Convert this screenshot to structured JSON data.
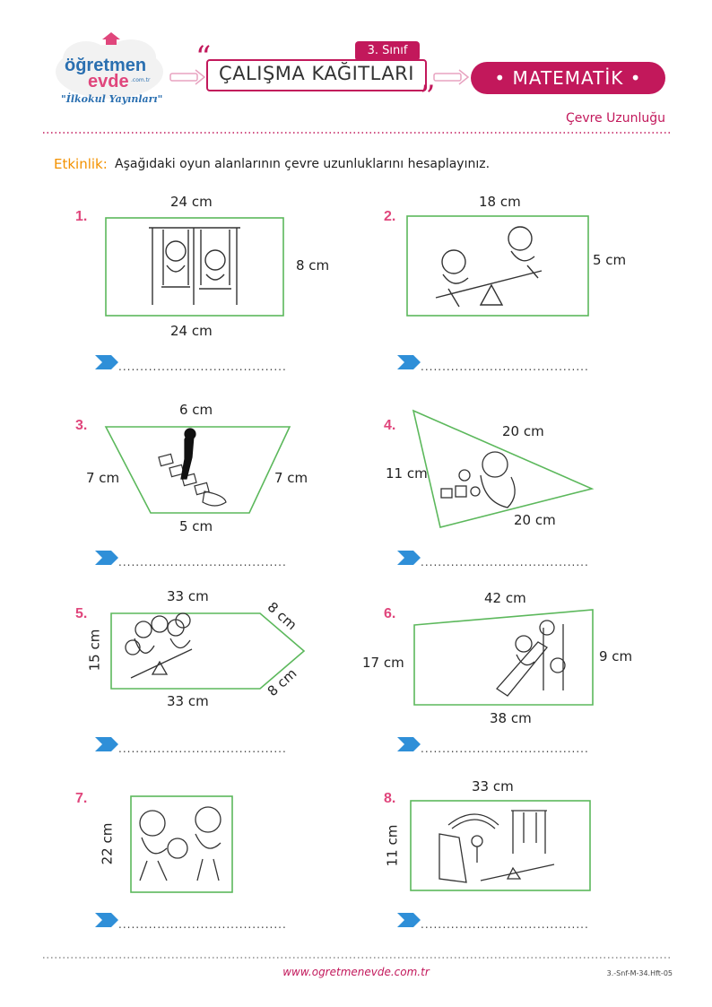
{
  "header": {
    "logo_top": "öğretmen",
    "logo_bottom": "evde",
    "logo_domain": ".com.tr",
    "logo_tagline": "\"İlkokul Yayınları\"",
    "grade": "3. Sınıf",
    "title": "ÇALIŞMA KAĞITLARI",
    "subject": "• MATEMATİK •",
    "topic": "Çevre Uzunluğu"
  },
  "activity": {
    "label": "Etkinlik:",
    "instruction": "Aşağıdaki oyun alanlarının çevre uzunluklarını hesaplayınız."
  },
  "problems": [
    {
      "number": "1.",
      "labels": [
        "24 cm",
        "8 cm",
        "24 cm"
      ]
    },
    {
      "number": "2.",
      "labels": [
        "18 cm",
        "5 cm"
      ]
    },
    {
      "number": "3.",
      "labels": [
        "6 cm",
        "7 cm",
        "7 cm",
        "5 cm"
      ]
    },
    {
      "number": "4.",
      "labels": [
        "20 cm",
        "11 cm",
        "20 cm"
      ]
    },
    {
      "number": "5.",
      "labels": [
        "33 cm",
        "8 cm",
        "15 cm",
        "33 cm",
        "8 cm"
      ]
    },
    {
      "number": "6.",
      "labels": [
        "42 cm",
        "17 cm",
        "9 cm",
        "38 cm"
      ]
    },
    {
      "number": "7.",
      "labels": [
        "22 cm"
      ]
    },
    {
      "number": "8.",
      "labels": [
        "33 cm",
        "11 cm"
      ]
    }
  ],
  "answer_line": "..............................................................",
  "footer": {
    "url": "www.ogretmenevde.com.tr",
    "code": "3.-Snf-M-34.Hft-05"
  },
  "colors": {
    "accent": "#c2185b",
    "number_pink": "#e0467c",
    "activity_orange": "#f39200",
    "shape_green": "#5cb85c",
    "arrow_blue": "#2f8fd8"
  }
}
